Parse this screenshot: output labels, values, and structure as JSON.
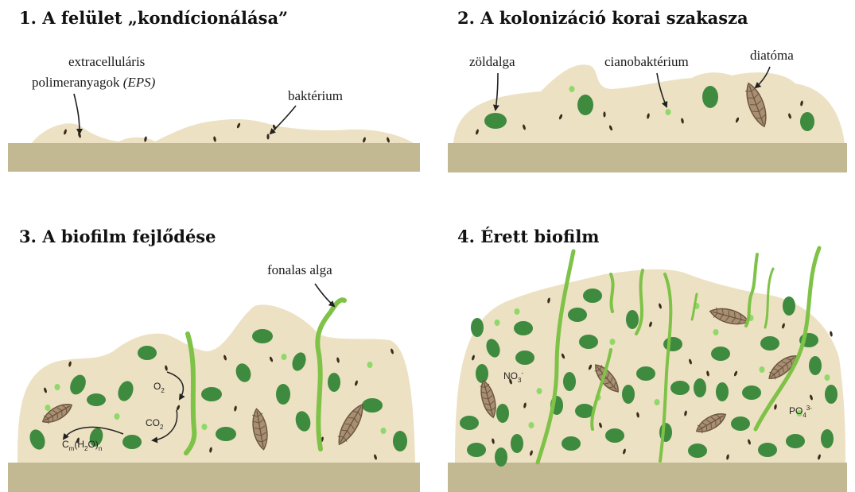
{
  "panels": [
    {
      "title": "1. A felület „kondícionálása”"
    },
    {
      "title": "2. A kolonizáció korai szakasza"
    },
    {
      "title": "3. A biofilm fejlődése"
    },
    {
      "title": "4.  Érett biofilm"
    }
  ],
  "labels": {
    "eps_line1": "extracelluláris",
    "eps_line2": "polimeranyagok ",
    "eps_abbr": "(EPS)",
    "bacterium": "baktérium",
    "green_alga": "zöldalga",
    "cyanobacterium": "cianobaktérium",
    "diatom": "diatóma",
    "filamentous_alga": "fonalas alga"
  },
  "chemistry": {
    "o2": {
      "base": "O",
      "sub": "2"
    },
    "co2": {
      "base": "CO",
      "sub": "2"
    },
    "carbohydrate": {
      "c": "C",
      "m": "m",
      "h2o_open": "(H",
      "h_sub": "2",
      "h2o_close": "O)",
      "n": "n"
    },
    "nitrate": {
      "base": "NO",
      "sub": "3",
      "sup": "-"
    },
    "phosphate": {
      "base": "PO",
      "sub": "4",
      "sup": "3-"
    }
  },
  "colors": {
    "substrate": "#c2b891",
    "matrix": "#ede1c3",
    "green_alga": "#3e8a3e",
    "cyanobacterium": "#8fd86a",
    "bacterium": "#3a2a1a",
    "diatom_fill": "#a98f72",
    "diatom_stroke": "#6b5640",
    "filament": "#7ec247"
  }
}
